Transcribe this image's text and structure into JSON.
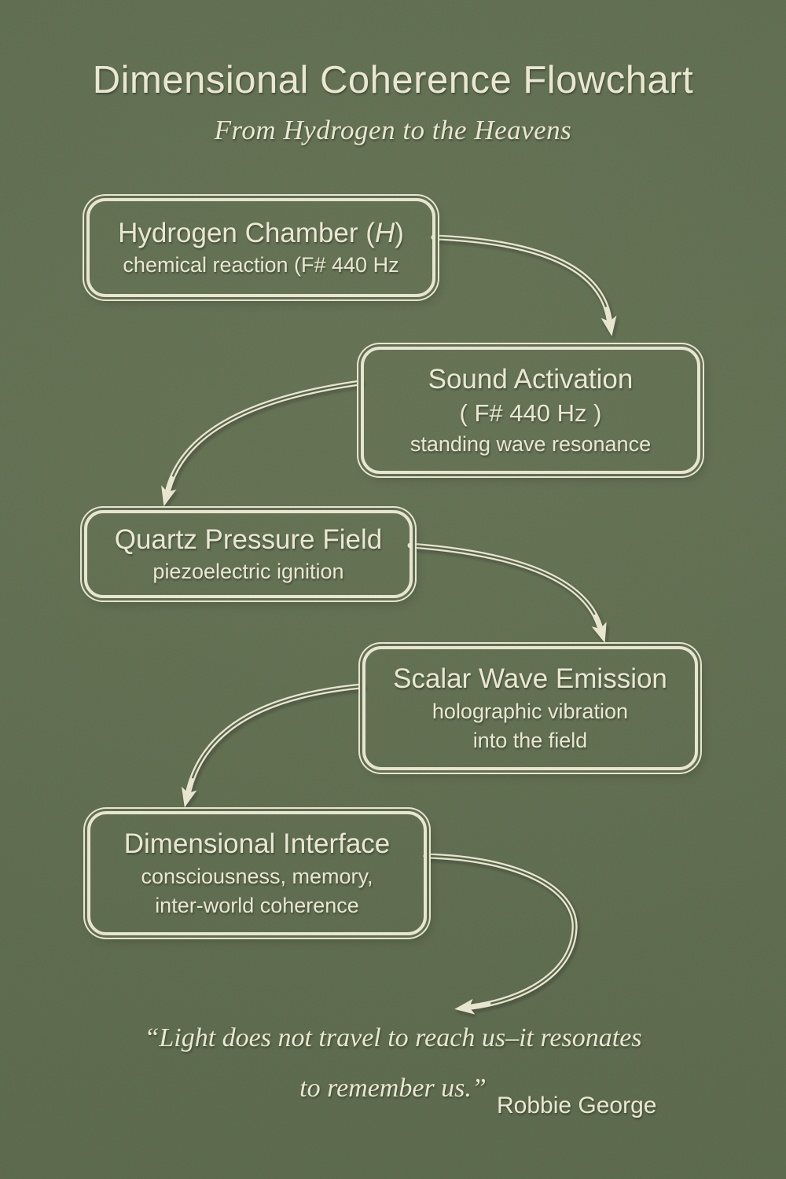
{
  "colors": {
    "background": "#5e6c4e",
    "ink": "#ebe9d2",
    "box_border": "#e9e7cf"
  },
  "header": {
    "title": "Dimensional Coherence Flowchart",
    "subtitle": "From Hydrogen to the Heavens"
  },
  "nodes": [
    {
      "title_pre": "Hydrogen Chamber (",
      "title_em": "H",
      "title_post": ")",
      "sub1": "chemical reaction  (F# 440 Hz"
    },
    {
      "title": "Sound Activation",
      "mid": "( F# 440 Hz )",
      "sub1": "standing wave resonance"
    },
    {
      "title": "Quartz Pressure Field",
      "sub1": "piezoelectric ignition"
    },
    {
      "title": "Scalar Wave Emission",
      "sub1": "holographic vibration",
      "sub2": "into the field"
    },
    {
      "title": "Dimensional Interface",
      "sub1": "consciousness, memory,",
      "sub2": "inter-world coherence"
    }
  ],
  "quote": {
    "line1": "“Light does not travel to reach us–it resonates",
    "line2": "to remember us.”",
    "attribution": "Robbie George"
  }
}
